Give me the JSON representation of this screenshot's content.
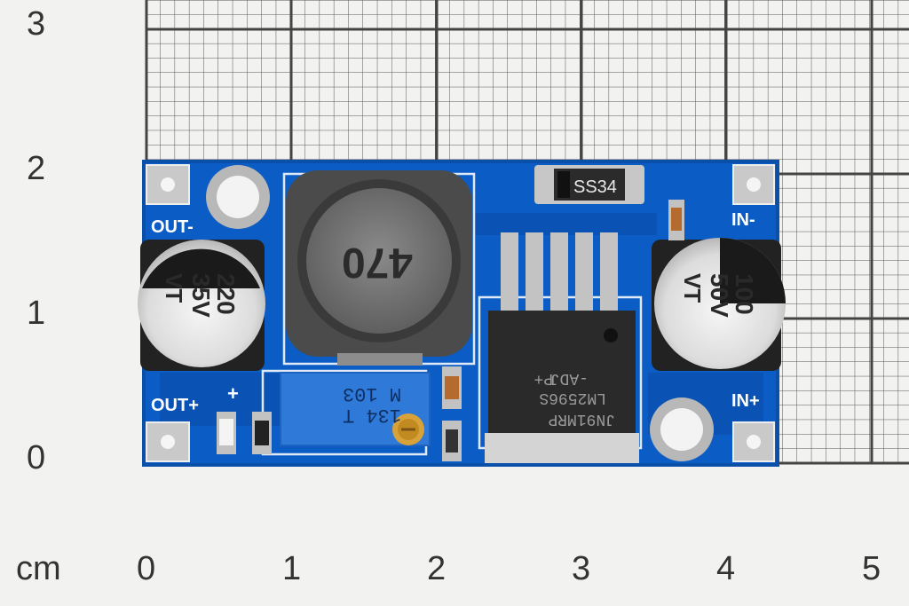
{
  "ruler": {
    "unit": "cm",
    "x_ticks": [
      "0",
      "1",
      "2",
      "3",
      "4",
      "5"
    ],
    "y_ticks": [
      "3",
      "2",
      "1",
      "0"
    ]
  },
  "board": {
    "silkscreen": {
      "out_minus": "OUT-",
      "out_plus": "OUT+",
      "plus": "+",
      "in_minus": "IN-",
      "in_plus": "IN+"
    },
    "inductor_marking": "470",
    "diode_marking": "SS34",
    "regulator_marking": [
      "LM2596S",
      "-ADJ",
      "P+"
    ],
    "regulator_logo_text": "JN91MRP",
    "trimpot_marking": [
      "134 T",
      "M 103"
    ],
    "cap_left": {
      "value": "220",
      "voltage": "35V",
      "series": "VT"
    },
    "cap_right": {
      "value": "100",
      "voltage": "50V",
      "series": "VT"
    }
  },
  "colors": {
    "background": "#f2f2f1",
    "grid": "#4a4a4a",
    "pcb": "#0b5cc4",
    "pcb_dark": "#0a4fa8",
    "silkscreen": "#ffffff",
    "pad": "#c8c8c8",
    "inductor": "#4a4a4a",
    "chip": "#2b2b2b",
    "trimpot": "#2f7ad8",
    "cap": "#e9e9e9"
  }
}
